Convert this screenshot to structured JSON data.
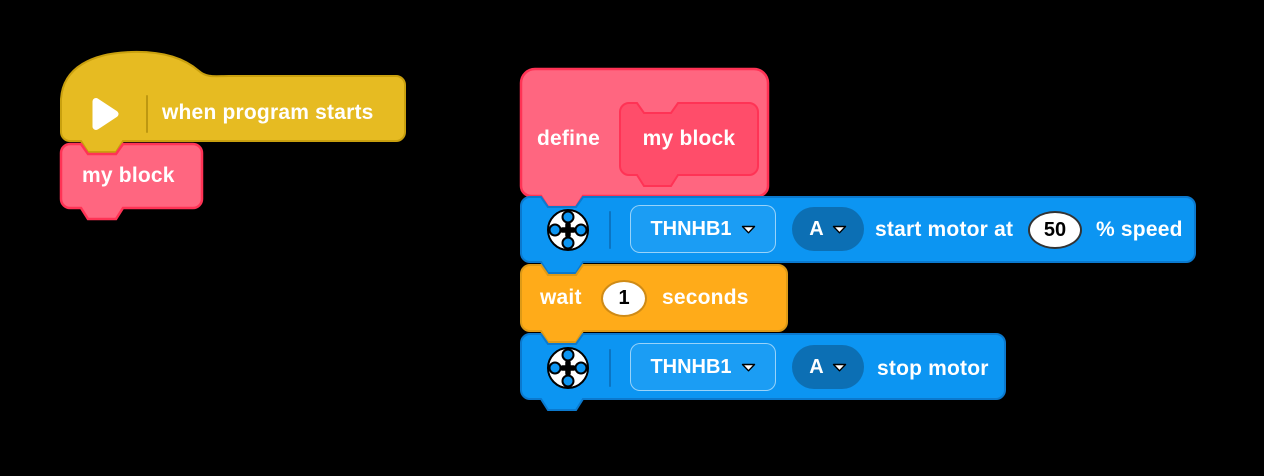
{
  "colors": {
    "canvas-bg": "#000000",
    "yellow": "#E6BB22",
    "yellow-border": "#C9A00E",
    "yellow-divider": "#BD9711",
    "pink": "#FF6680",
    "pink-dark": "#FF4D6A",
    "pink-border": "#FF3355",
    "blue": "#0C95F2",
    "blue-border": "#0B79CE",
    "blue-dropdown": "#1B9DF4",
    "blue-pill": "#0C6FB4",
    "blue-divider": "#0B74C2",
    "orange": "#FFAB19",
    "orange-border": "#DE9A16",
    "oval-border-orange": "#CF8B17",
    "text": "#FFFFFF"
  },
  "scripts": {
    "main": {
      "hat_label": "when program starts",
      "call_label": "my block"
    },
    "definition": {
      "define_keyword": "define",
      "prototype_label": "my block",
      "start_motor": {
        "hub": "THNHB1",
        "port": "A",
        "label_before": "start motor at",
        "speed": "50",
        "label_after": "% speed"
      },
      "wait": {
        "label_before": "wait",
        "duration": "1",
        "label_after": "seconds"
      },
      "stop_motor": {
        "hub": "THNHB1",
        "port": "A",
        "label": "stop motor"
      }
    }
  }
}
